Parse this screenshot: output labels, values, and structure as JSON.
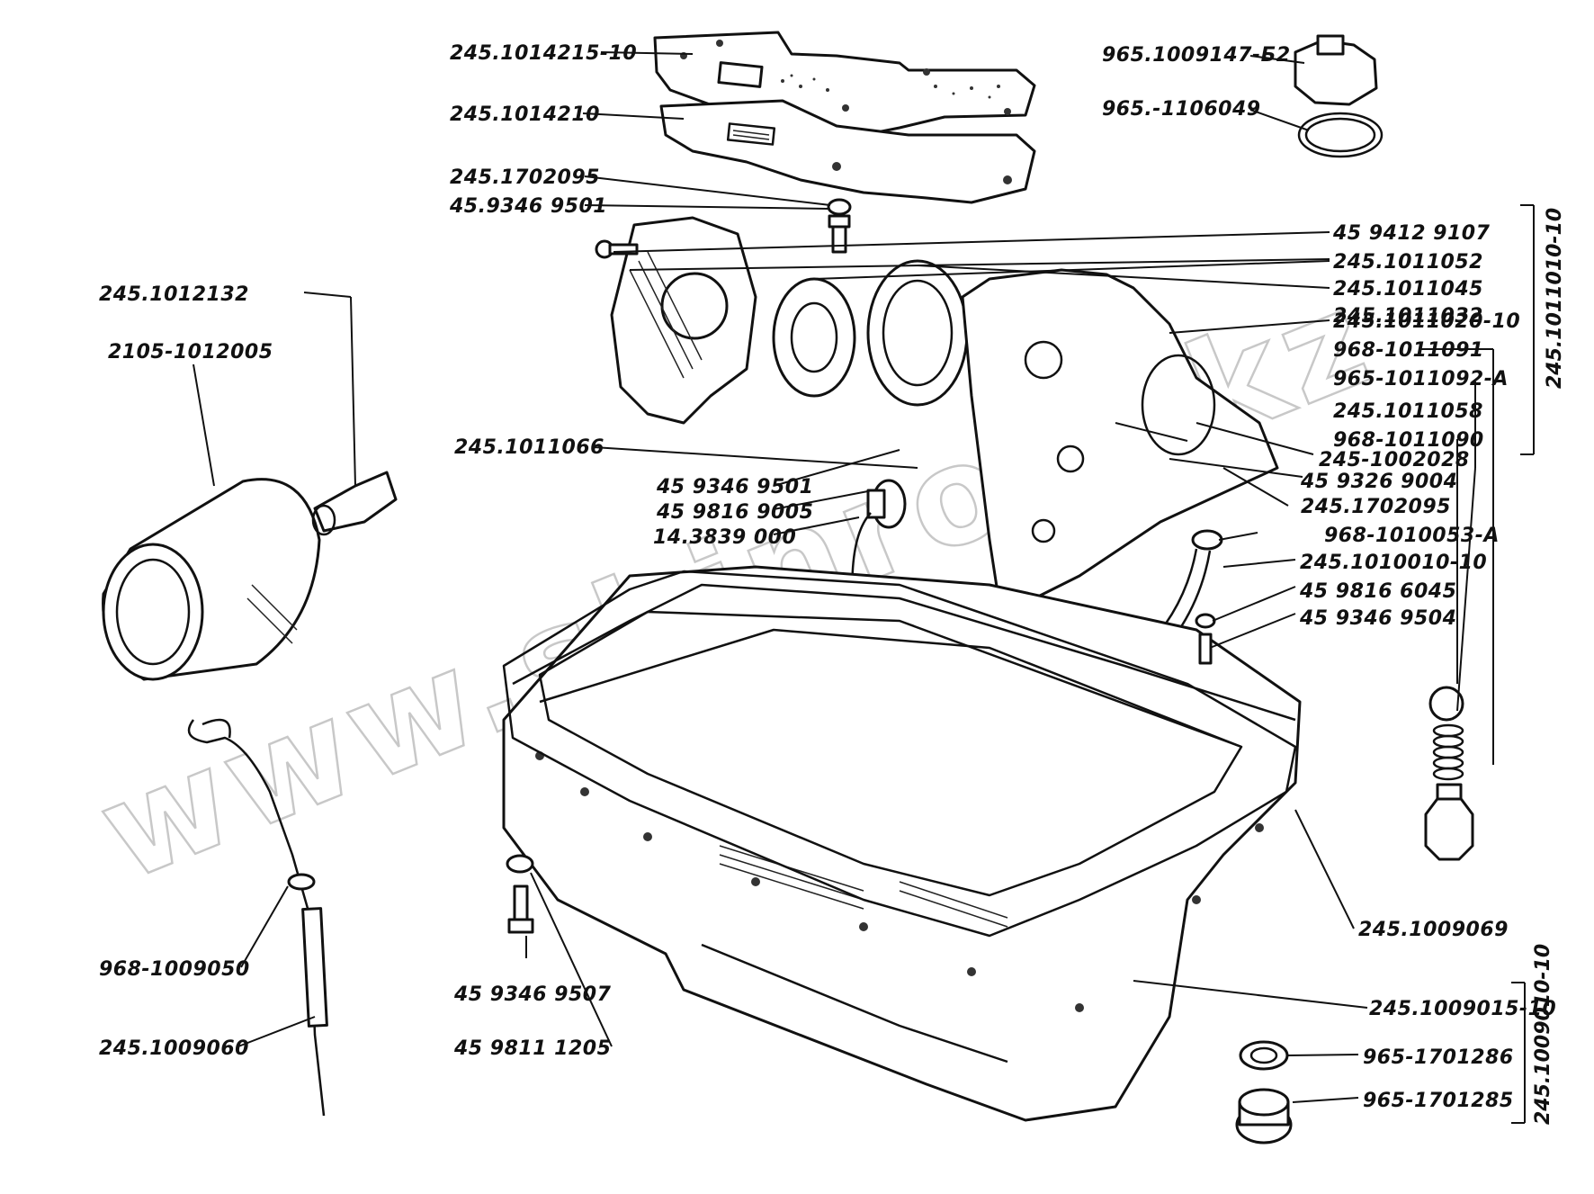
{
  "watermark": "www.shinrom.kz",
  "labels": [
    {
      "id": "l1",
      "text": "245.1014215-10"
    },
    {
      "id": "l2",
      "text": "245.1014210"
    },
    {
      "id": "l3",
      "text": "245.1702095"
    },
    {
      "id": "l4",
      "text": "45.9346 9501"
    },
    {
      "id": "l5",
      "text": "965.1009147-Б2"
    },
    {
      "id": "l6",
      "text": "965.-1106049"
    },
    {
      "id": "l7",
      "text": "45 9412 9107"
    },
    {
      "id": "l8",
      "text": "245.1011052"
    },
    {
      "id": "l9",
      "text": "245.1011045"
    },
    {
      "id": "l10",
      "text": "245.1011032"
    },
    {
      "id": "l11",
      "text": "245.1011020-10"
    },
    {
      "id": "l12",
      "text": "968-1011091"
    },
    {
      "id": "l13",
      "text": "965-1011092-А"
    },
    {
      "id": "l14",
      "text": "245.1011058"
    },
    {
      "id": "l15",
      "text": "968-1011090"
    },
    {
      "id": "l16",
      "text": "245-1002028"
    },
    {
      "id": "l17",
      "text": "45 9326 9004"
    },
    {
      "id": "l18",
      "text": "245.1702095"
    },
    {
      "id": "l19",
      "text": "245.1012132"
    },
    {
      "id": "l20",
      "text": "2105-1012005"
    },
    {
      "id": "l21",
      "text": "245.1011066"
    },
    {
      "id": "l22",
      "text": "45 9346 9501"
    },
    {
      "id": "l23",
      "text": "45 9816 9005"
    },
    {
      "id": "l24",
      "text": "14.3839 000"
    },
    {
      "id": "l25",
      "text": "968-1010053-А"
    },
    {
      "id": "l26",
      "text": "245.1010010-10"
    },
    {
      "id": "l27",
      "text": "45 9816 6045"
    },
    {
      "id": "l28",
      "text": "45 9346 9504"
    },
    {
      "id": "l29",
      "text": "245.1009069"
    },
    {
      "id": "l30",
      "text": "968-1009050"
    },
    {
      "id": "l31",
      "text": "245.1009060"
    },
    {
      "id": "l32",
      "text": "45 9346 9507"
    },
    {
      "id": "l33",
      "text": "45 9811 1205"
    },
    {
      "id": "l34",
      "text": "245.1009015-10"
    },
    {
      "id": "l35",
      "text": "965-1701286"
    },
    {
      "id": "l36",
      "text": "965-1701285"
    }
  ],
  "groups": [
    {
      "id": "g1",
      "text": "245.1011010-10"
    },
    {
      "id": "g2",
      "text": "245.1009010-10"
    }
  ]
}
